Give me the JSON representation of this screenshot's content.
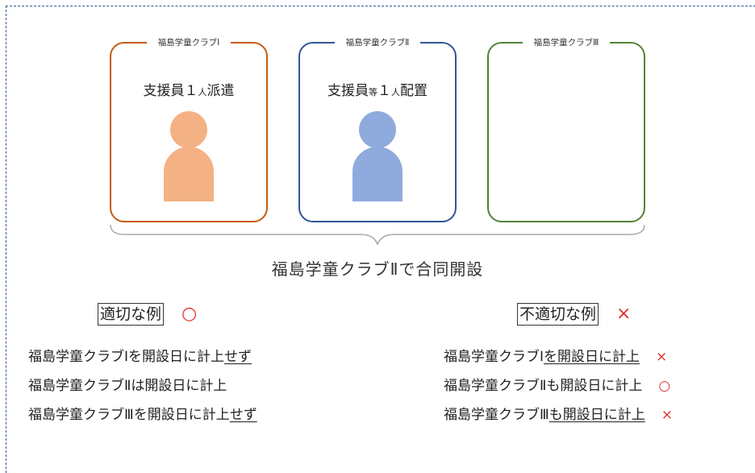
{
  "clubs": [
    {
      "title": "福島学童クラブⅠ",
      "staff_main": "支援員１",
      "staff_small": "人",
      "staff_tail": "派遣",
      "border_color": "#c55a11",
      "person_color": "#f4b183"
    },
    {
      "title": "福島学童クラブⅡ",
      "staff_main": "支援員",
      "staff_small": "等",
      "staff_mid": "１",
      "staff_small2": "人",
      "staff_tail": "配置",
      "border_color": "#2f5597",
      "person_color": "#8faadc"
    },
    {
      "title": "福島学童クラブⅢ",
      "border_color": "#548235"
    }
  ],
  "caption": "福島学童クラブⅡで合同開設",
  "good": {
    "heading": "適切な例",
    "mark": "○",
    "rows": [
      {
        "a": "福島学童クラブⅠを開設日に計上",
        "u": "せず"
      },
      {
        "a": "福島学童クラブⅡは開設日に計上",
        "u": ""
      },
      {
        "a": "福島学童クラブⅢを開設日に計上",
        "u": "せず"
      }
    ]
  },
  "bad": {
    "heading": "不適切な例",
    "mark": "×",
    "rows": [
      {
        "a": "福島学童クラブⅠ",
        "u": "を開設日に計上",
        "mark": "×"
      },
      {
        "a": "福島学童クラブⅡも開設日に計上",
        "u": "",
        "mark": "○"
      },
      {
        "a": "福島学童クラブⅢ",
        "u": "も開設日に計上",
        "mark": "×"
      }
    ]
  }
}
